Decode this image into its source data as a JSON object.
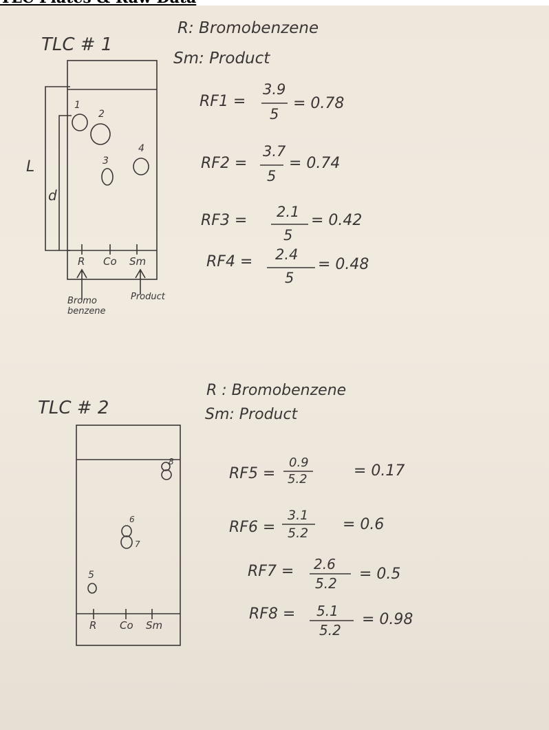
{
  "header": {
    "title": "TLC Plates & Raw Data"
  },
  "tlc1": {
    "title": "TLC # 1",
    "legend": [
      "R: Bromobenzene",
      "Sm: Product"
    ],
    "side_labels": {
      "L": "L",
      "d": "d"
    },
    "lanes": [
      "R",
      "Co",
      "Sm"
    ],
    "spot_numbers": [
      "1",
      "2",
      "3",
      "4"
    ],
    "arrow_labels": {
      "left": "Bromo benzene",
      "right": "Product"
    },
    "calcs": [
      {
        "label": "RF1 =",
        "num": "3.9",
        "den": "5",
        "result": "= 0.78"
      },
      {
        "label": "RF2 =",
        "num": "3.7",
        "den": "5",
        "result": "= 0.74"
      },
      {
        "label": "RF3 =",
        "num": "2.1",
        "den": "5",
        "result": "= 0.42"
      },
      {
        "label": "RF4 =",
        "num": "2.4",
        "den": "5",
        "result": "= 0.48"
      }
    ]
  },
  "tlc2": {
    "title": "TLC # 2",
    "legend": [
      "R : Bromobenzene",
      "Sm: Product"
    ],
    "lanes": [
      "R",
      "Co",
      "Sm"
    ],
    "spot_numbers": [
      "5",
      "6",
      "7",
      "8"
    ],
    "calcs": [
      {
        "label": "RF5 =",
        "num": "0.9",
        "den": "5.2",
        "result": "= 0.17"
      },
      {
        "label": "RF6 =",
        "num": "3.1",
        "den": "5.2",
        "result": "= 0.6"
      },
      {
        "label": "RF7 =",
        "num": "2.6",
        "den": "5.2",
        "result": "= 0.5"
      },
      {
        "label": "RF8 =",
        "num": "5.1",
        "den": "5.2",
        "result": "= 0.98"
      }
    ]
  }
}
